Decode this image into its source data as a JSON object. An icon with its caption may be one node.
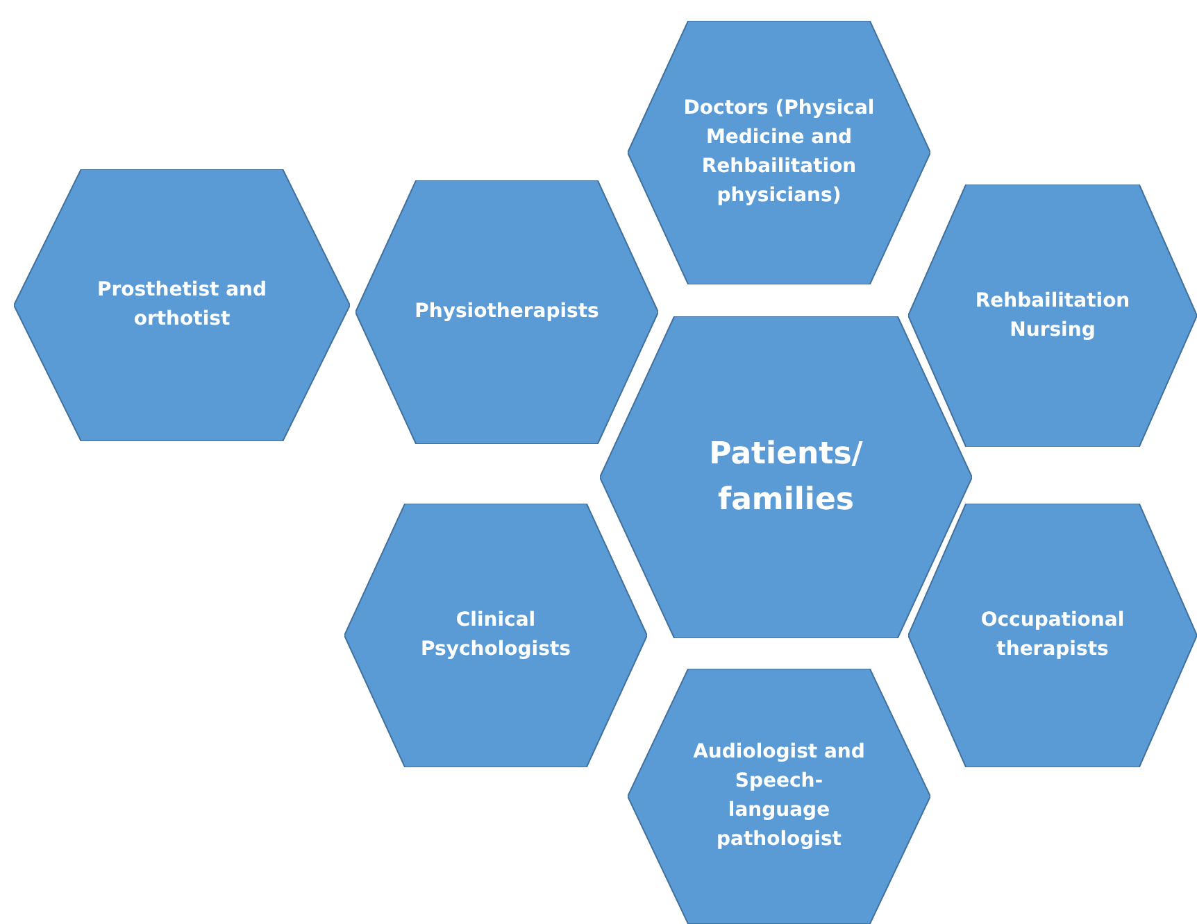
{
  "diagram": {
    "nodes": [
      {
        "text": [
          "Doctors (Physical Medicine and Rehbailitation physicians)"
        ]
      },
      {
        "text": [
          "Prosthetist and orthotist"
        ]
      },
      {
        "text": [
          "Physiotherapists"
        ]
      },
      {
        "text": [
          "Rehbailitation Nursing"
        ]
      },
      {
        "text": [
          "Patients/ families"
        ]
      },
      {
        "text": [
          "Clinical Psychologists"
        ]
      },
      {
        "text": [
          "Occupational therapists"
        ]
      },
      {
        "text": [
          "Audiologist and Speech- language pathologist"
        ]
      }
    ]
  }
}
